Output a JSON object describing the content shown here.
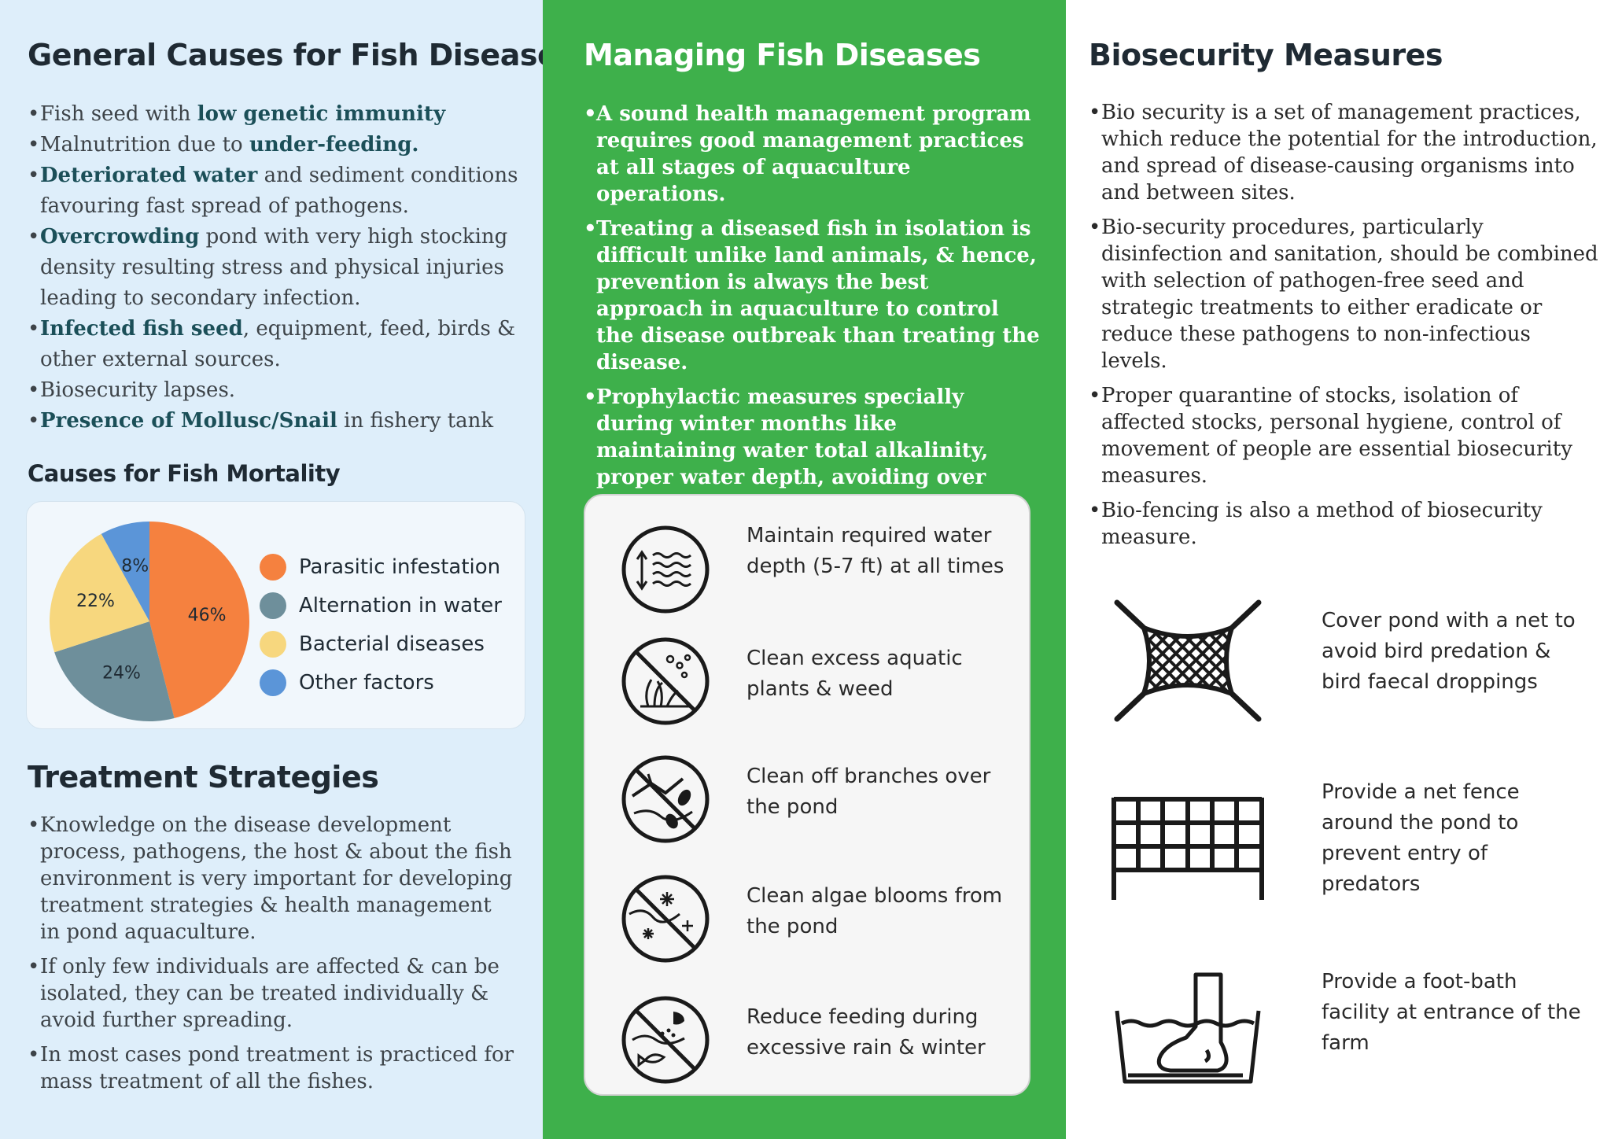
{
  "left": {
    "title": "General Causes for Fish Diseases",
    "causes": [
      {
        "pre": "Fish seed with ",
        "em": "low genetic immunity",
        "post": ""
      },
      {
        "pre": "Malnutrition due to ",
        "em": "under-feeding.",
        "post": ""
      },
      {
        "pre": "",
        "em": "Deteriorated water",
        "post": " and sediment conditions favouring fast spread of pathogens."
      },
      {
        "pre": "",
        "em": "Overcrowding",
        "post": " pond with very high stocking density resulting stress and physical injuries leading to secondary infection."
      },
      {
        "pre": "",
        "em": "Infected fish seed",
        "post": ", equipment, feed, birds & other external sources."
      },
      {
        "pre": "Biosecurity lapses.",
        "em": "",
        "post": ""
      },
      {
        "pre": "",
        "em": "Presence of Mollusc/Snail",
        "post": " in fishery tank"
      }
    ],
    "mortality_title": "Causes for Fish Mortality",
    "treatment_title": "Treatment Strategies",
    "treatment": [
      "Knowledge on the disease development process, pathogens, the host & about the fish environment is very important for developing treatment strategies & health management in pond aquaculture.",
      "If only few individuals are affected & can be isolated, they can be treated individually & avoid further spreading.",
      "In most cases pond treatment is practiced for mass treatment of all the fishes."
    ]
  },
  "chart_data": {
    "type": "pie",
    "title": "Causes for Fish Mortality",
    "categories": [
      "Parasitic infestation",
      "Alternation in water",
      "Bacterial diseases",
      "Other factors"
    ],
    "values": [
      46,
      24,
      22,
      8
    ],
    "labels": [
      "46%",
      "24%",
      "22%",
      "8%"
    ],
    "colors": [
      "#f5813f",
      "#6e8f9b",
      "#f7d77e",
      "#5b95d8"
    ],
    "legend_position": "right"
  },
  "middle": {
    "title": "Managing Fish Diseases",
    "points": [
      "A sound health management program requires good management practices at all stages of aquaculture operations.",
      "Treating a diseased fish in isolation is difficult unlike land animals, & hence, prevention is always the best approach in aquaculture to control the disease outbreak than treating the disease.",
      "Prophylactic measures specially during winter months like maintaining water total alkalinity, proper water depth, avoiding over feeding will help in managing of fish health."
    ],
    "practices": [
      {
        "icon": "water-depth-icon",
        "text": "Maintain required water depth (5-7 ft) at all times"
      },
      {
        "icon": "no-aquatic-weed-icon",
        "text": "Clean excess aquatic plants & weed"
      },
      {
        "icon": "no-branches-icon",
        "text": "Clean off branches over the pond"
      },
      {
        "icon": "no-algae-icon",
        "text": "Clean algae blooms from the pond"
      },
      {
        "icon": "no-overfeeding-icon",
        "text": "Reduce feeding during excessive rain & winter"
      }
    ]
  },
  "right": {
    "title": "Biosecurity Measures",
    "points": [
      "Bio security is a set of management practices, which reduce the potential for the introduction, and spread of disease-causing organisms into and between sites.",
      "Bio-security procedures, particularly disinfection and sanitation, should be combined with selection of pathogen-free seed and strategic treatments to either eradicate or reduce these pathogens to non-infectious levels.",
      "Proper quarantine of stocks, isolation of affected stocks, personal hygiene, control of movement of people are essential biosecurity measures.",
      "Bio-fencing is also a method of biosecurity measure."
    ],
    "measures": [
      {
        "icon": "pond-net-icon",
        "text": "Cover pond with a net to avoid bird predation & bird faecal droppings"
      },
      {
        "icon": "net-fence-icon",
        "text": "Provide a net fence around the pond to prevent entry of predators"
      },
      {
        "icon": "foot-bath-icon",
        "text": "Provide a foot-bath facility at entrance of the farm"
      }
    ]
  }
}
